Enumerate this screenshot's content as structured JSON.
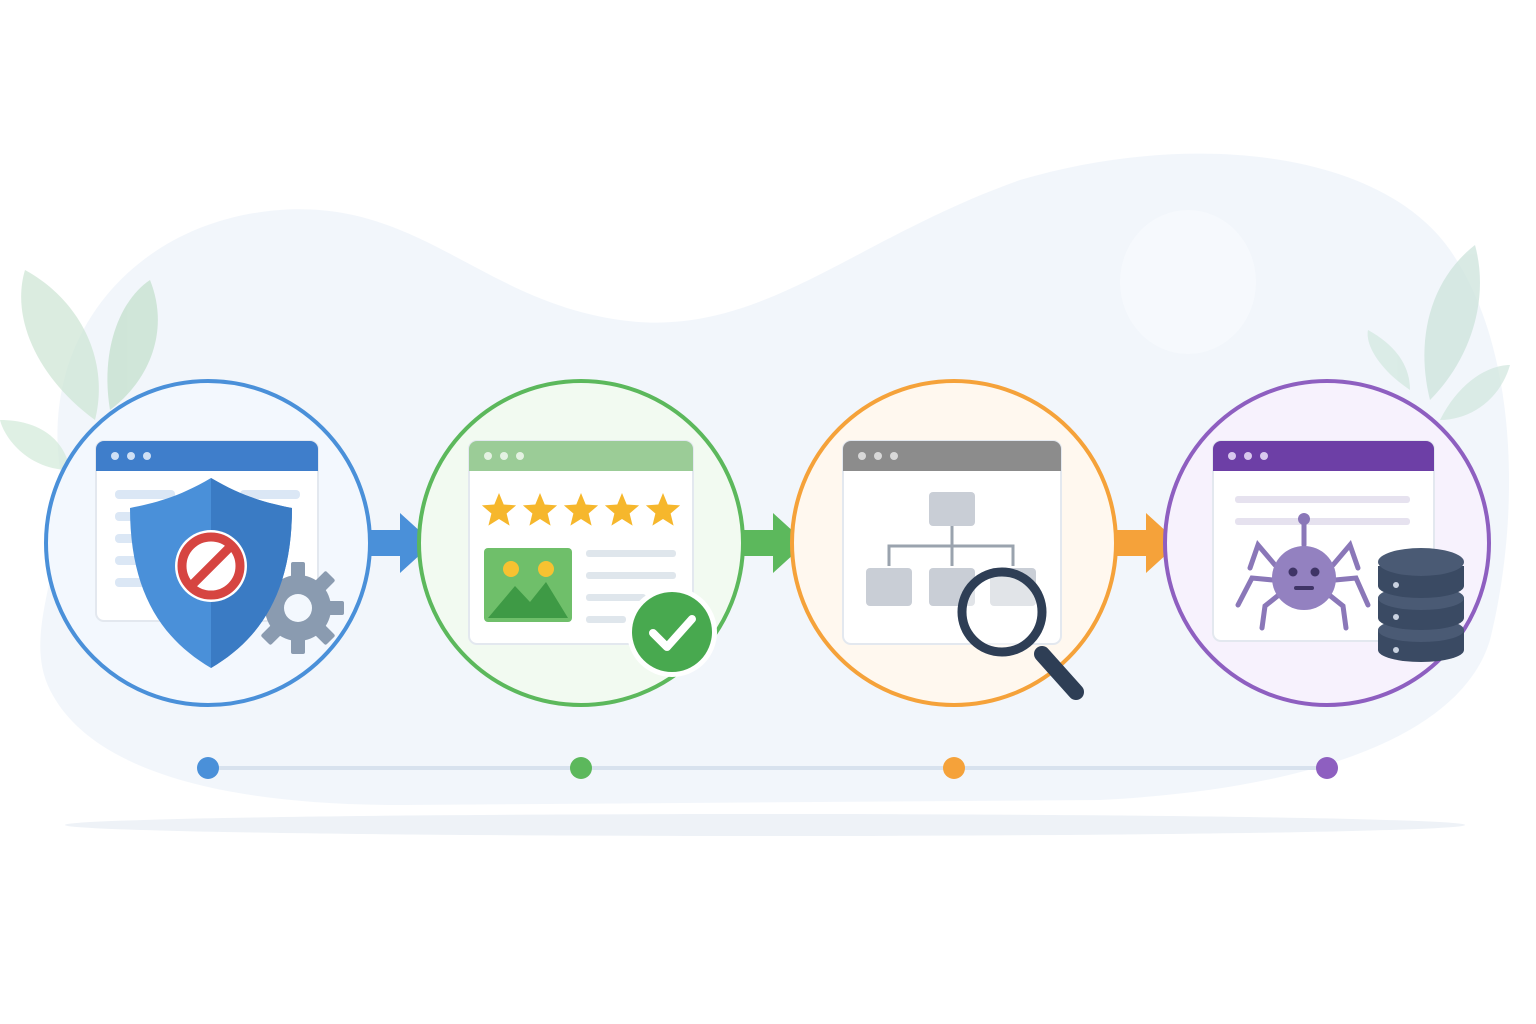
{
  "colors": {
    "background": "#ffffff",
    "blob": "#eef3fa",
    "leaf": "#c9e4d2",
    "timeline_line": "#d8e2ee"
  },
  "steps": [
    {
      "id": "security",
      "color": "#4a90d9",
      "fill": "#f3f8fe",
      "bar_color": "#3f7ecb",
      "icons": [
        "browser-window-icon",
        "shield-icon",
        "prohibited-icon",
        "gear-icon"
      ]
    },
    {
      "id": "reviews",
      "color": "#5cb85c",
      "fill": "#f2faf1",
      "bar_color": "#9bcc97",
      "icons": [
        "browser-window-icon",
        "five-stars-icon",
        "image-icon",
        "checkmark-badge-icon"
      ]
    },
    {
      "id": "structure",
      "color": "#f5a23a",
      "fill": "#fff8ef",
      "bar_color": "#8c8c8c",
      "icons": [
        "browser-window-icon",
        "sitemap-icon",
        "magnifier-icon"
      ]
    },
    {
      "id": "crawler",
      "color": "#8e5fc0",
      "fill": "#f7f2fd",
      "bar_color": "#6d3fa6",
      "icons": [
        "browser-window-icon",
        "spider-bot-icon",
        "database-icon"
      ]
    }
  ],
  "arrows": [
    "#4a90d9",
    "#5cb85c",
    "#f5a23a"
  ],
  "timeline": {
    "dots": [
      "#4a90d9",
      "#5cb85c",
      "#f5a23a",
      "#8e5fc0"
    ]
  }
}
